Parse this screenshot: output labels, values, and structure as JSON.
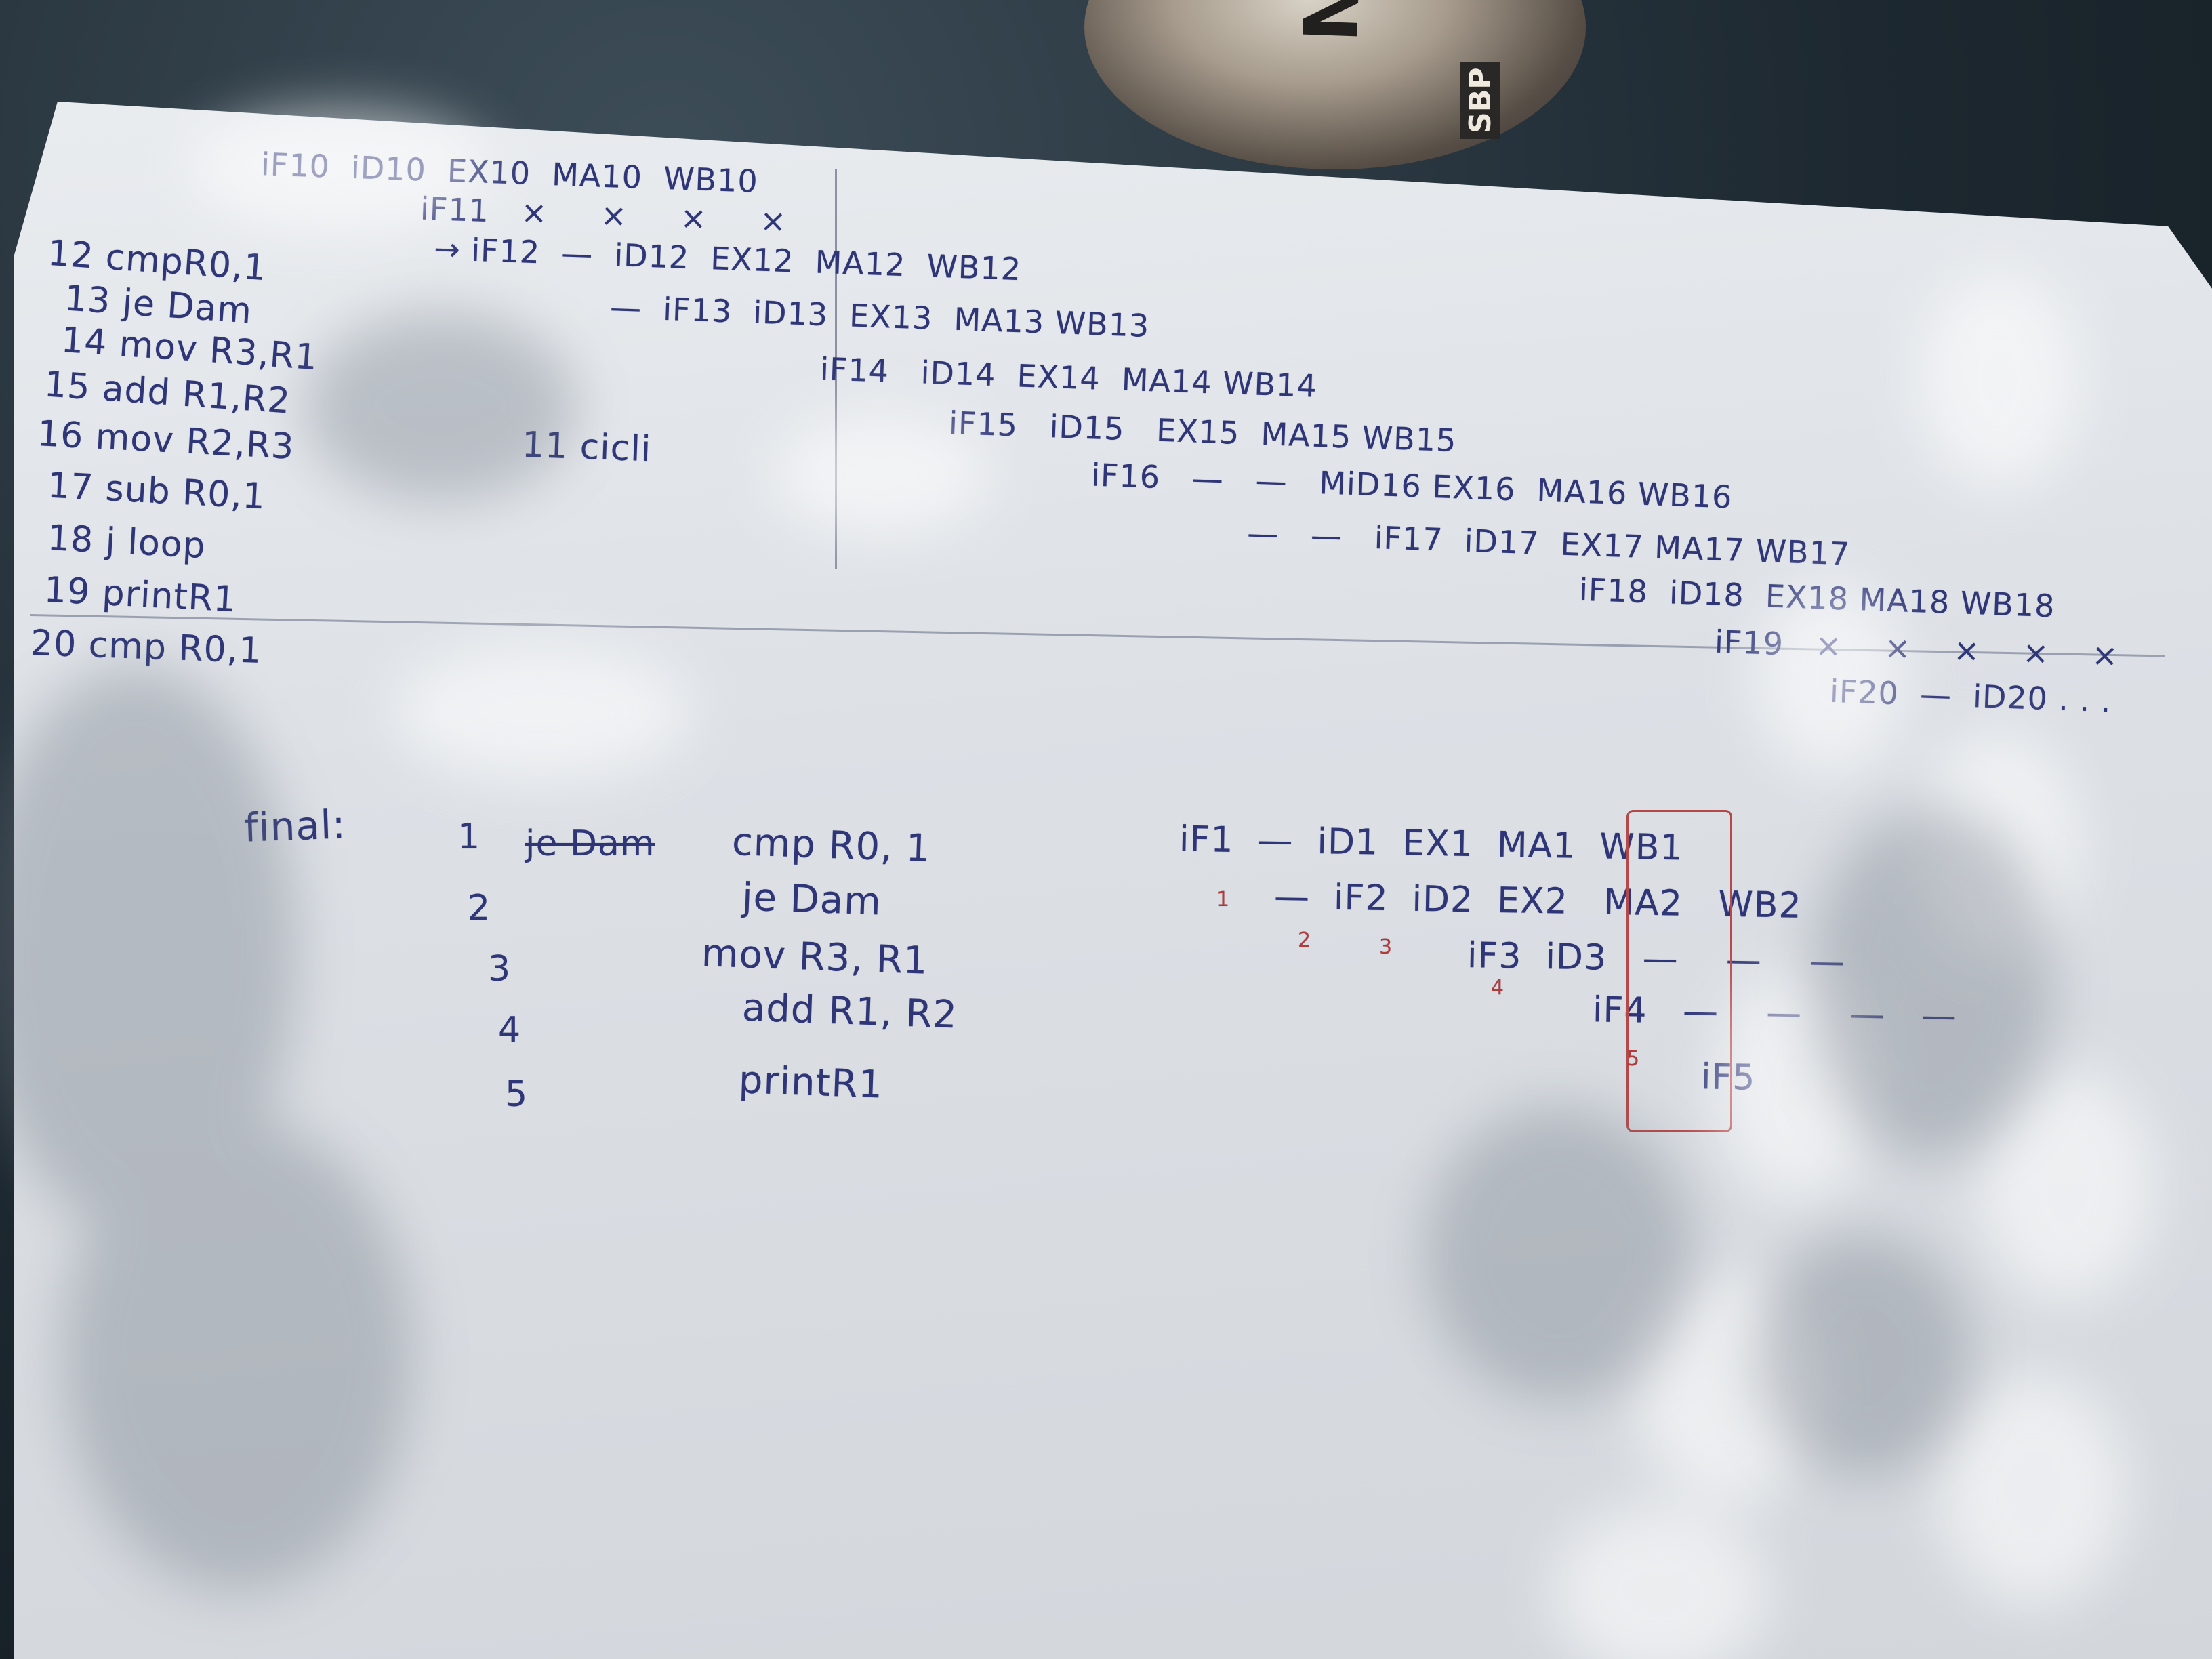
{
  "disc": {
    "text": "NG",
    "label": "SBP"
  },
  "upper_block": {
    "instructions": [
      "12 cmpR0,1",
      "13 je Dam",
      "14 mov R3,R1",
      "15 add R1,R2",
      "16 mov R2,R3",
      "17 sub R0,1",
      "18 j loop",
      "19 printR1",
      "20 cmp R0,1"
    ],
    "note": "11 cicli",
    "pipeline_rows": [
      "iF10  iD10  EX10  MA10  WB10",
      "iF11   ×     ×     ×     ×",
      "→ iF12  —  iD12  EX12  MA12  WB12",
      "—  iF13  iD13  EX13  MA13 WB13",
      "iF14   iD14  EX14  MA14 WB14",
      "iF15   iD15   EX15  MA15 WB15",
      "iF16   —   —   MiD16 EX16  MA16 WB16",
      "—   —   iF17  iD17  EX17 MA17 WB17",
      "iF18  iD18  EX18 MA18 WB18",
      "iF19   ×    ×    ×    ×    ×",
      "iF20  —  iD20 . . ."
    ]
  },
  "final_block": {
    "title": "final:",
    "numbers": [
      "1",
      "2",
      "3",
      "4",
      "5"
    ],
    "struck": "je Dam",
    "instructions": [
      "cmp R0, 1",
      "je Dam",
      "mov R3, R1",
      "add R1, R2",
      "printR1"
    ],
    "pipeline_rows": [
      "iF1  —  iD1  EX1  MA1  WB1",
      "—  iF2  iD2  EX2   MA2   WB2",
      "iF3  iD3   —    —    —",
      "iF4   —    —    —   —",
      "iF5"
    ],
    "red_marks": [
      "1",
      "2",
      "3",
      "4",
      "5"
    ]
  }
}
